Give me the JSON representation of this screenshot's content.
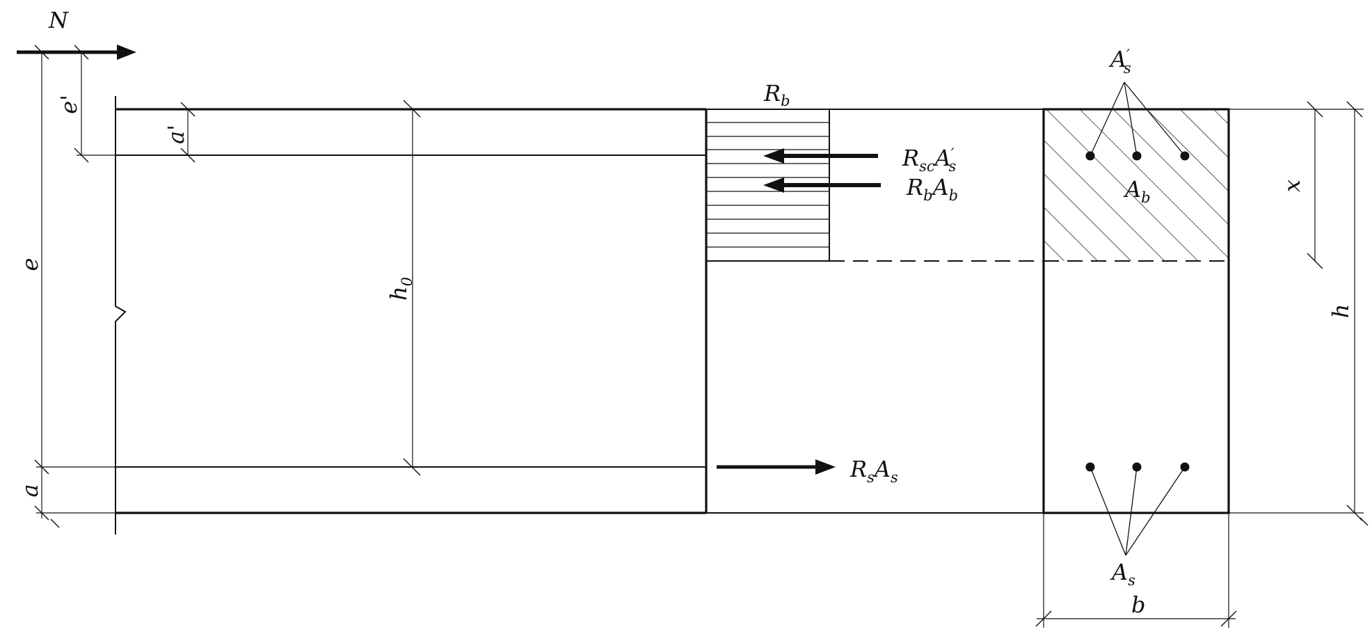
{
  "labels": {
    "N": "N",
    "e": "e",
    "e_prime": "e'",
    "a_prime": "a'",
    "a": "a",
    "h0_main": "h",
    "h0_sub": "0",
    "Rb_main": "R",
    "Rb_sub": "b",
    "RscAs_R": "R",
    "RscAs_sc": "sc",
    "RscAs_A": "A",
    "RscAs_prime": "′",
    "RscAs_s": "s",
    "RbAb_R": "R",
    "RbAb_b1": "b",
    "RbAb_A": "A",
    "RbAb_b2": "b",
    "RsAs_R": "R",
    "RsAs_s1": "s",
    "RsAs_A": "A",
    "RsAs_s2": "s",
    "As_prime_main": "A",
    "As_prime_prime": "′",
    "As_prime_sub": "s",
    "Ab_main": "A",
    "Ab_sub": "b",
    "As_main": "A",
    "As_sub": "s",
    "x": "x",
    "h": "h",
    "b": "b"
  },
  "colors": {
    "ink": "#111111",
    "background": "#ffffff"
  }
}
